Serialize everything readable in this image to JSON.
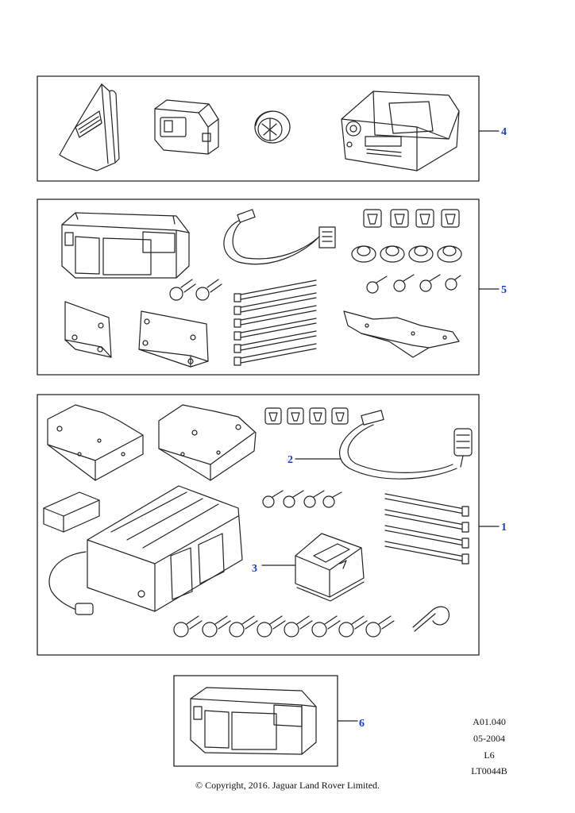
{
  "callouts": {
    "c1": "1",
    "c2": "2",
    "c3": "3",
    "c4": "4",
    "c5": "5",
    "c6": "6"
  },
  "meta": {
    "ref": "A01.040",
    "date": "05-2004",
    "level": "L6",
    "code": "LT0044B"
  },
  "copyright": "© Copyright, 2016. Jaguar Land Rover Limited.",
  "colors": {
    "line": "#222222",
    "callout": "#1d3fbf"
  }
}
